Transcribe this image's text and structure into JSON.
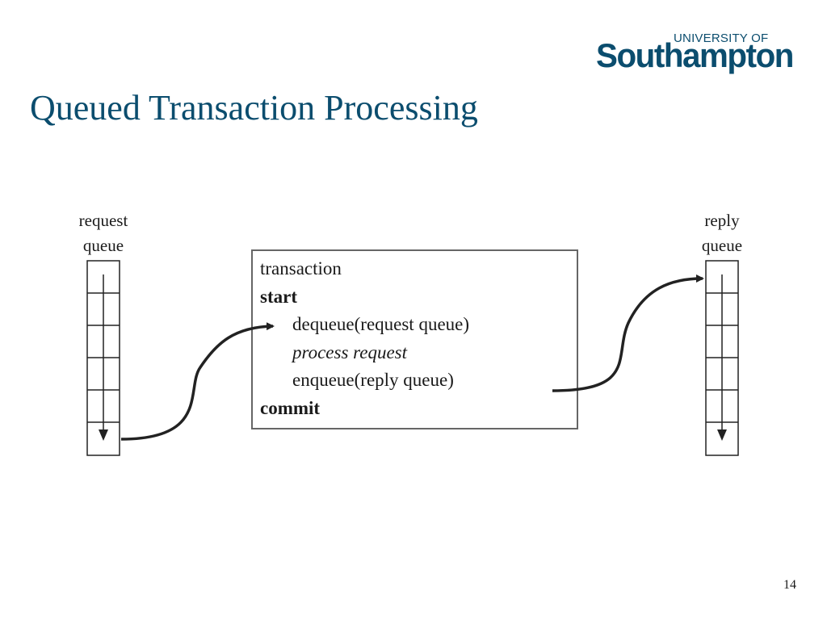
{
  "logo": {
    "top_line": "UNIVERSITY OF",
    "main": "Southampton"
  },
  "title": "Queued Transaction Processing",
  "request_queue": {
    "label_line1": "request",
    "label_line2": "queue",
    "slots": 6
  },
  "reply_queue": {
    "label_line1": "reply",
    "label_line2": "queue",
    "slots": 6
  },
  "transaction": {
    "lines": [
      "transaction",
      "start",
      "dequeue(request queue)",
      "process request",
      "enqueue(reply queue)",
      "commit"
    ]
  },
  "page_number": "14",
  "colors": {
    "title": "#0b4d6e",
    "line": "#222222",
    "box_border": "#666666"
  }
}
